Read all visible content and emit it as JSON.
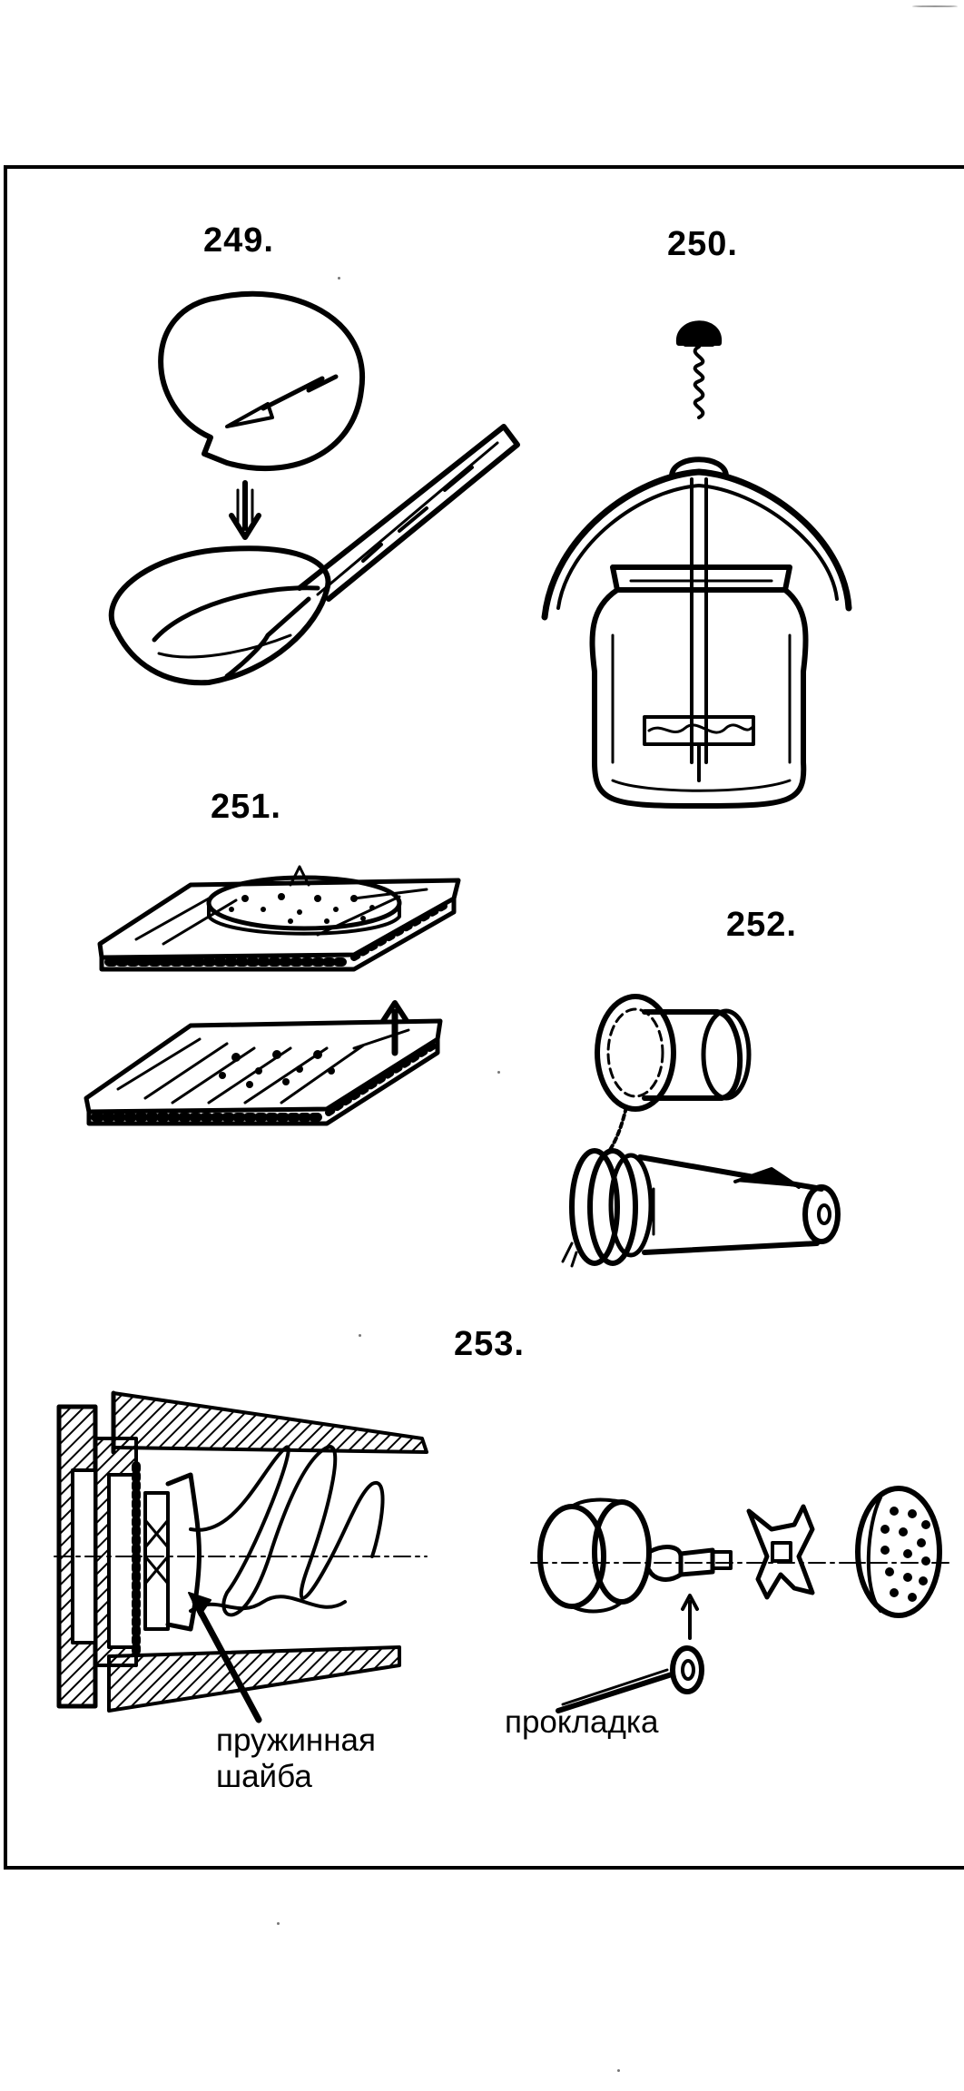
{
  "figures": {
    "fig249": {
      "number": "249."
    },
    "fig250": {
      "number": "250."
    },
    "fig251": {
      "number": "251."
    },
    "fig252": {
      "number": "252."
    },
    "fig253": {
      "number": "253.",
      "callout_spring_washer": {
        "line1": "пружинная",
        "line2": "шайба"
      },
      "callout_gasket": "прокладка"
    }
  },
  "ink_color": "#000000",
  "paper_color": "#ffffff"
}
